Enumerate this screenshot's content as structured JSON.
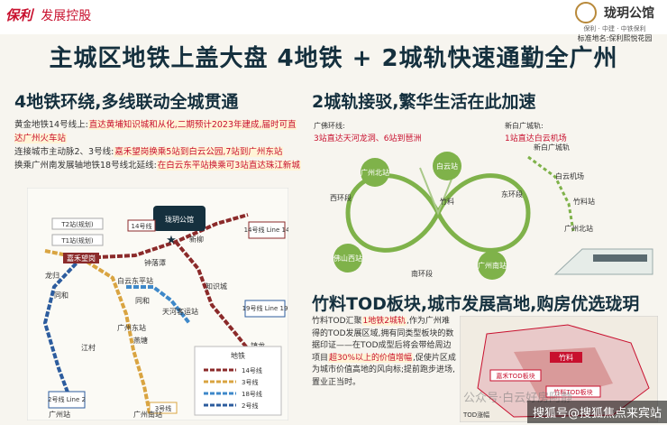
{
  "header": {
    "brand_logo": "保利",
    "brand_sub": "发展控股",
    "project_name": "珑玥公馆",
    "project_tagline": "保利 · 中建 · 中铁保利",
    "project_reg": "标准地名:保利熙悦花园"
  },
  "headline": "主城区地铁上盖大盘   4地铁 + 2城轨快速通勤全广州",
  "left": {
    "title": "4地铁环绕,多线联动全城贯通",
    "p1_pre": "黄金地铁14号线上:",
    "p1_hl": "直达黄埔知识城和从化,二期预计2023年建成,届时可直达广州火车站",
    "p2_pre": "连接城市主动脉2、3号线:",
    "p2_hl": "嘉禾望岗换乘5站到白云公园,7站到广州东站",
    "p3_pre": "换乘广州南发展轴地铁18号线北延线:",
    "p3_hl": "在白云东平站换乘可3站直达珠江新城",
    "map": {
      "logo_name": "珑玥公馆",
      "line_labels": [
        "T2站(规划)",
        "T1站(规划)",
        "14号线",
        "14号线 Line 14",
        "19号线 Line 19",
        "2号线 Line 2",
        "3号线"
      ],
      "stations": [
        "嘉禾望岗",
        "钟落潭",
        "新柳",
        "白云东平站",
        "天河客运站",
        "知识城",
        "同和",
        "广州东站",
        "江村",
        "燕塘",
        "广州南站",
        "广州站",
        "同和",
        "龙归",
        "镇龙"
      ],
      "legend_title": "地铁",
      "legend": [
        "14号线",
        "3号线",
        "18号线",
        "2号线"
      ]
    }
  },
  "right": {
    "title": "2城轨接驳,繁华生活在此加速",
    "rail1_pre": "广佛环线:",
    "rail1_hl": "3站直达天河龙洞、6站到琶洲",
    "rail2_pre": "新白广城轨:",
    "rail2_hl": "1站直达白云机场",
    "map": {
      "stations": [
        "广州北站",
        "白云站",
        "竹料",
        "东环段",
        "西环段",
        "佛山西站",
        "南环段",
        "广州南站"
      ],
      "airport_line_stations": [
        "白云机场",
        "竹料站",
        "广州北站",
        "新白广城轨"
      ]
    }
  },
  "tod": {
    "title": "竹料TOD板块,城市发展高地,购房优选珑玥",
    "text_pre": "竹料TOD汇聚",
    "text_hl1": "1地铁2城轨",
    "text_mid1": ",作为广州难得的TOD发展区域,拥有同类型板块的数据印证——在TOD成型后将会带给周边项目",
    "text_hl2": "超30%以上的价值增幅",
    "text_mid2": ",促使片区成为城市价值高地的风向标;提前跑步进场,置业正当时。",
    "map_labels": [
      "竹料",
      "嘉禾TOD板块",
      "竹料TOD板块",
      "TOD涨幅"
    ]
  },
  "watermark": "公众号·白云好房阿静",
  "source_tag": "搜狐号@搜狐焦点来宾站",
  "colors": {
    "line14": "#8b2a2a",
    "line3": "#d9a441",
    "line2": "#2c5c9e",
    "line18": "#3e88c9",
    "rail_green": "#7fb24a",
    "accent_red": "#c8102e",
    "title_navy": "#15303e"
  }
}
